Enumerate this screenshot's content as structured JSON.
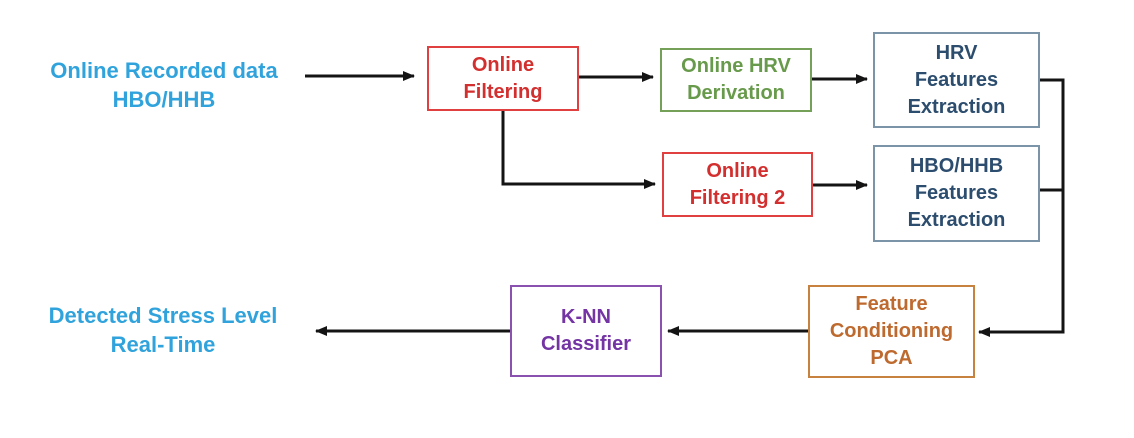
{
  "colors": {
    "cyan_text": "#31A3DC",
    "red_text": "#D32F2F",
    "red_border": "#E04040",
    "green_text": "#689A4B",
    "green_border": "#74A057",
    "navy_text": "#2C4D6E",
    "blue_border": "#7C94A8",
    "orange_text": "#BE6A2F",
    "orange_border": "#C8823F",
    "purple_text": "#7434A4",
    "purple_border": "#8A52AE",
    "arrow": "#141414"
  },
  "nodes": {
    "input": {
      "text": "Online Recorded data\nHBO/HHB"
    },
    "online_filtering": {
      "label": "Online\nFiltering"
    },
    "online_hrv_derivation": {
      "label": "Online HRV\nDerivation"
    },
    "hrv_features_extraction": {
      "label": "HRV\nFeatures\nExtraction"
    },
    "online_filtering_2": {
      "label": "Online\nFiltering 2"
    },
    "hbo_hhb_features_extraction": {
      "label": "HBO/HHB\nFeatures\nExtraction"
    },
    "feature_conditioning_pca": {
      "label": "Feature\nConditioning\nPCA"
    },
    "knn_classifier": {
      "label": "K-NN\nClassifier"
    },
    "output": {
      "text": "Detected Stress Level\nReal-Time"
    }
  },
  "edges": [
    {
      "from": "input",
      "to": "online_filtering"
    },
    {
      "from": "online_filtering",
      "to": "online_hrv_derivation"
    },
    {
      "from": "online_hrv_derivation",
      "to": "hrv_features_extraction"
    },
    {
      "from": "online_filtering",
      "to": "online_filtering_2"
    },
    {
      "from": "online_filtering_2",
      "to": "hbo_hhb_features_extraction"
    },
    {
      "from": "hrv_features_extraction",
      "to": "feature_conditioning_pca"
    },
    {
      "from": "hbo_hhb_features_extraction",
      "to": "feature_conditioning_pca"
    },
    {
      "from": "feature_conditioning_pca",
      "to": "knn_classifier"
    },
    {
      "from": "knn_classifier",
      "to": "output"
    }
  ]
}
